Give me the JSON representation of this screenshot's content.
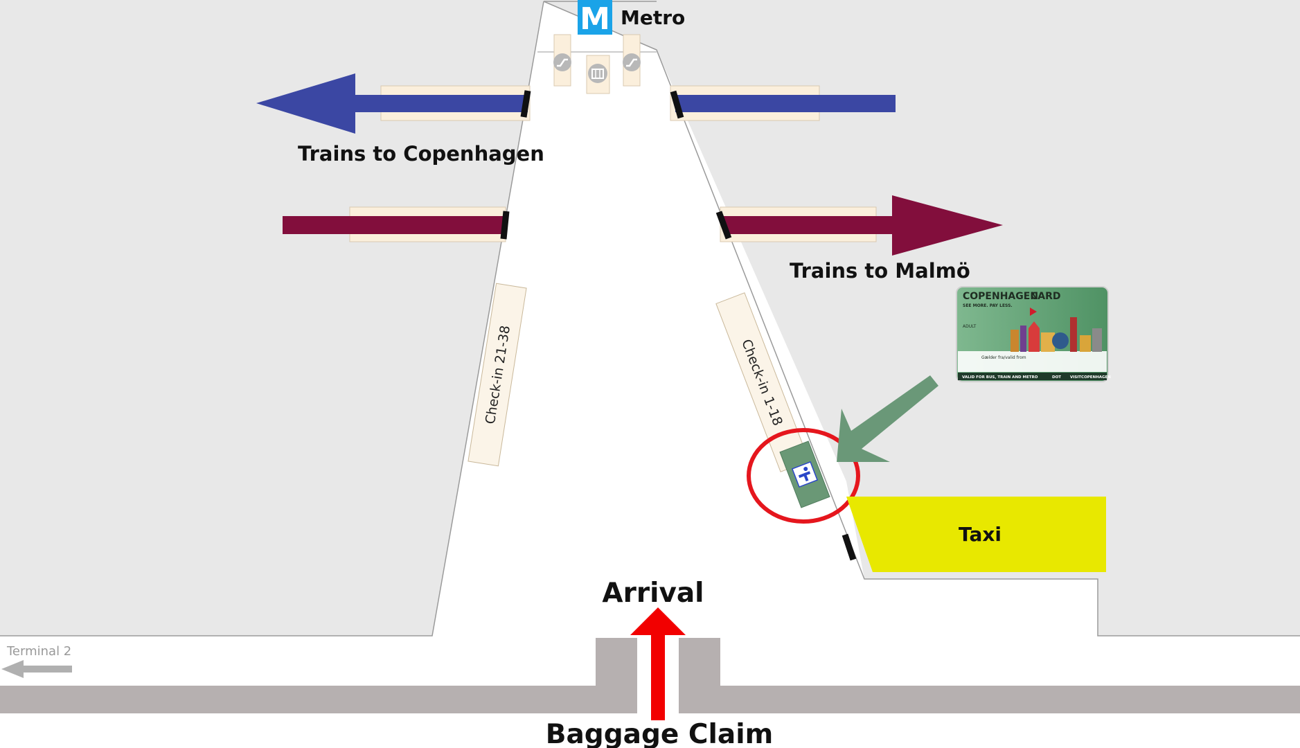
{
  "labels": {
    "metro": "Metro",
    "metro_letter": "M",
    "trains_copenhagen": "Trains to Copenhagen",
    "trains_malmo": "Trains to Malmö",
    "checkin_left": "Check-in 21-38",
    "checkin_right": "Check-in 1-18",
    "taxi": "Taxi",
    "arrival": "Arrival",
    "baggage_claim": "Baggage Claim",
    "terminal2": "Terminal 2"
  },
  "card": {
    "brand_bold": "COPENHAGEN",
    "brand_light": "CARD",
    "tagline": "SEE MORE. PAY LESS.",
    "type": "ADULT",
    "validity_note": "Gælder fra/valid from",
    "footer": "VALID FOR BUS, TRAIN AND METRO",
    "footer_right": "DOT",
    "footer_right2": "VISITCOPENHAGEN"
  },
  "colors": {
    "background": "#e8e8e8",
    "terminal_floor": "#ffffff",
    "metro_blue": "#1aa3e8",
    "copenhagen_arrow": "#3b47a3",
    "malmo_arrow": "#820e3c",
    "platform": "#fbefdc",
    "checkin": "#fbf4e8",
    "info_desk": "#6a9876",
    "green_arrow": "#6a9878",
    "highlight_circle": "#e5161d",
    "taxi": "#e8e800",
    "arrival_arrow": "#f20000",
    "baggage_gray": "#b6b0b0"
  },
  "icons": [
    "metro-logo-icon",
    "escalator-icon",
    "elevator-icon",
    "information-icon",
    "terminal2-arrow-icon",
    "copenhagen-card-image"
  ]
}
